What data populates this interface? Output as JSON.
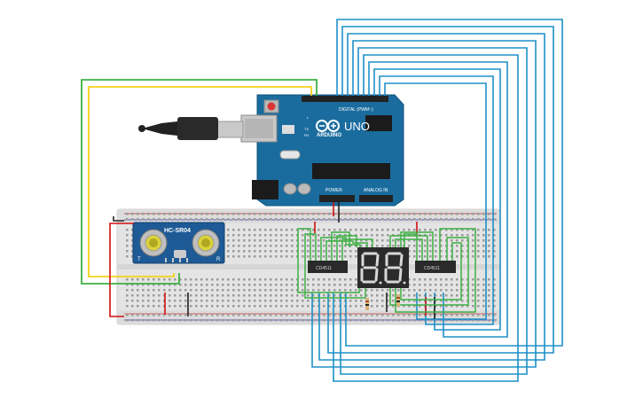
{
  "arduino": {
    "brand": "ARDUINO",
    "model": "UNO",
    "digital_header": "DIGITAL (PWM~)",
    "power_header": "POWER",
    "analog_header": "ANALOG IN",
    "pin_labels": {
      "tx": "TX",
      "rx": "RX",
      "l": "L"
    }
  },
  "sensor": {
    "model": "HC-SR04",
    "pin_t": "T",
    "pin_r": "R"
  },
  "decoder_left": {
    "label": "CD4511"
  },
  "decoder_right": {
    "label": "CD4511"
  },
  "display": {
    "digit1": "8",
    "digit2": "8"
  },
  "colors": {
    "board_blue": "#1a6c9e",
    "breadboard": "#e3e3e3",
    "wire_blue": "#1e90c8",
    "wire_green": "#3cb043",
    "wire_yellow": "#f2d21a",
    "wire_red": "#d01010",
    "wire_black": "#222222",
    "sensor_blue": "#1e5a96",
    "display_on": "#d8d8d8"
  }
}
